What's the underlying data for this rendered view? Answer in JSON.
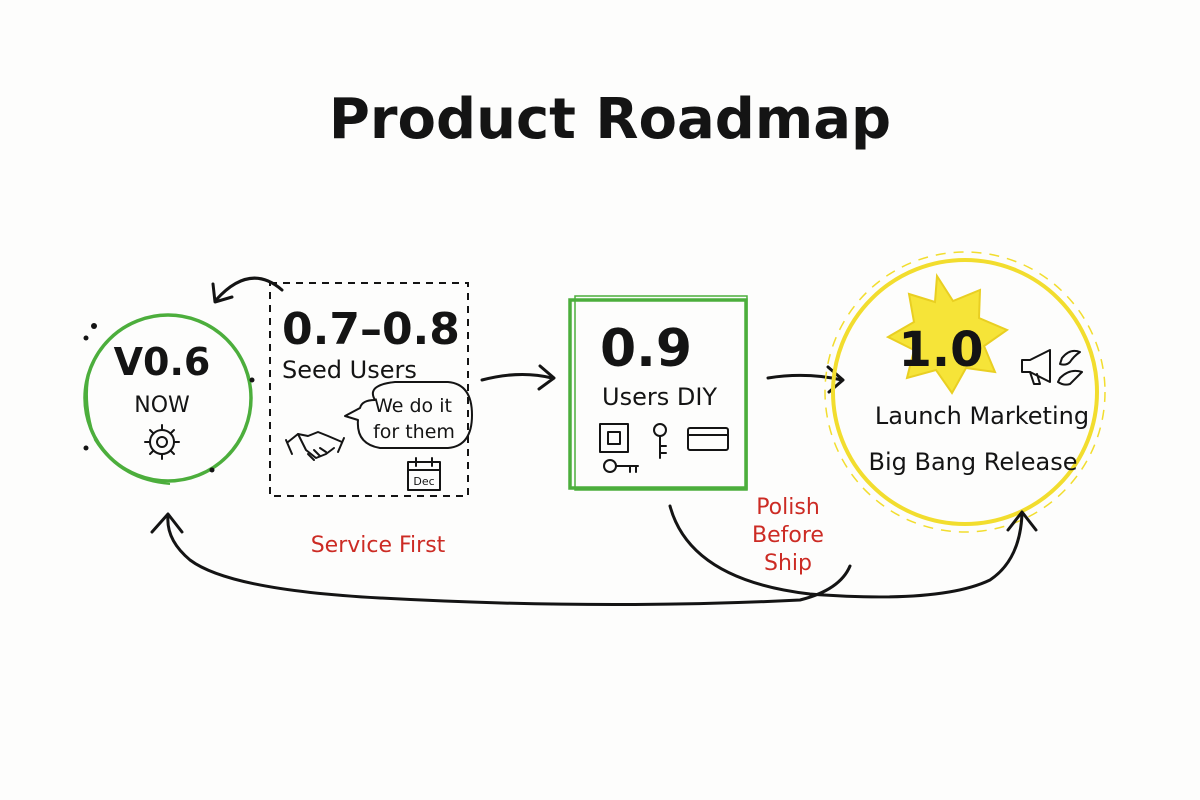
{
  "title": "Product Roadmap",
  "colors": {
    "ink": "#141414",
    "green": "#4cae3c",
    "yellow": "#f2dd2e",
    "red": "#cc2b24"
  },
  "stages": [
    {
      "version": "V0.6",
      "label": "NOW",
      "icon": "gear-icon"
    },
    {
      "version": "0.7–0.8",
      "label": "Seed Users",
      "bubble": [
        "We do it",
        "for them"
      ],
      "calendar": "Dec",
      "icons": [
        "handshake-icon",
        "speech-bubble-icon",
        "calendar-icon"
      ]
    },
    {
      "version": "0.9",
      "label": "Users DIY",
      "icons": [
        "square-icon",
        "key-icon",
        "credit-card-icon",
        "key-icon"
      ]
    },
    {
      "version": "1.0",
      "lines": [
        "Launch Marketing",
        "Big Bang Release"
      ],
      "icons": [
        "starburst-icon",
        "megaphone-icon",
        "bird-icon"
      ]
    }
  ],
  "notes": {
    "service_first": "Service First",
    "polish": [
      "Polish",
      "Before",
      "Ship"
    ]
  }
}
